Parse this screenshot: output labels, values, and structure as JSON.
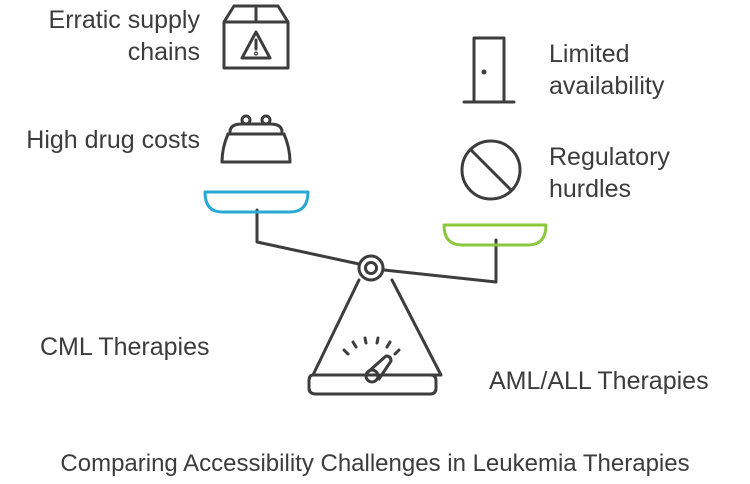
{
  "left_side": {
    "factors": [
      {
        "label_lines": [
          "Erratic supply",
          "chains"
        ],
        "icon": "warning-box-icon"
      },
      {
        "label_lines": [
          "High drug costs"
        ],
        "icon": "coin-purse-icon"
      }
    ],
    "therapy_label": "CML Therapies",
    "pan_color": "#29a8d4"
  },
  "right_side": {
    "factors": [
      {
        "label_lines": [
          "Limited",
          "availability"
        ],
        "icon": "door-icon"
      },
      {
        "label_lines": [
          "Regulatory",
          "hurdles"
        ],
        "icon": "prohibited-icon"
      }
    ],
    "therapy_label": "AML/ALL Therapies",
    "pan_color": "#8dc63f"
  },
  "caption": "Comparing Accessibility Challenges in Leukemia Therapies",
  "stroke_color": "#3d3d3d"
}
